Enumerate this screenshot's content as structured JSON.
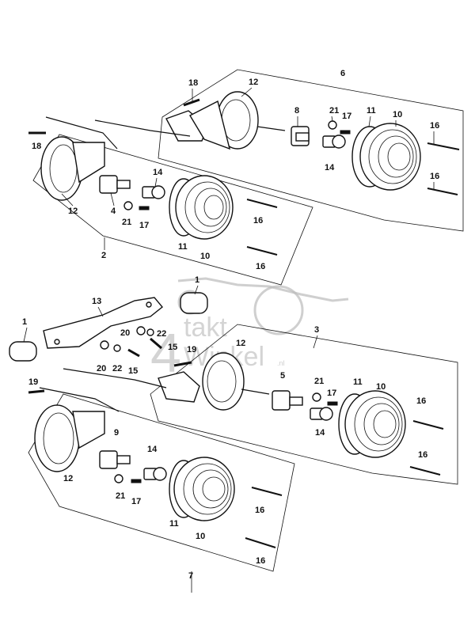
{
  "watermark": {
    "line1": "takt",
    "line2": "Winkel",
    "suffix": ".nl",
    "digit": "4"
  },
  "callouts": [
    {
      "id": "c18a",
      "text": "18"
    },
    {
      "id": "c12a",
      "text": "12"
    },
    {
      "id": "c6",
      "text": "6"
    },
    {
      "id": "c8",
      "text": "8"
    },
    {
      "id": "c21a",
      "text": "21"
    },
    {
      "id": "c17a",
      "text": "17"
    },
    {
      "id": "c11a",
      "text": "11"
    },
    {
      "id": "c10a",
      "text": "10"
    },
    {
      "id": "c16a",
      "text": "16"
    },
    {
      "id": "c16b",
      "text": "16"
    },
    {
      "id": "c14a",
      "text": "14"
    },
    {
      "id": "c18b",
      "text": "18"
    },
    {
      "id": "c14b",
      "text": "14"
    },
    {
      "id": "c4",
      "text": "4"
    },
    {
      "id": "c12b",
      "text": "12"
    },
    {
      "id": "c21b",
      "text": "21"
    },
    {
      "id": "c17b",
      "text": "17"
    },
    {
      "id": "c16c",
      "text": "16"
    },
    {
      "id": "c11b",
      "text": "11"
    },
    {
      "id": "c10b",
      "text": "10"
    },
    {
      "id": "c16d",
      "text": "16"
    },
    {
      "id": "c2",
      "text": "2"
    },
    {
      "id": "c1a",
      "text": "1"
    },
    {
      "id": "c13",
      "text": "13"
    },
    {
      "id": "c1b",
      "text": "1"
    },
    {
      "id": "c20a",
      "text": "20"
    },
    {
      "id": "c22a",
      "text": "22"
    },
    {
      "id": "c15a",
      "text": "15"
    },
    {
      "id": "c20b",
      "text": "20"
    },
    {
      "id": "c22b",
      "text": "22"
    },
    {
      "id": "c15b",
      "text": "15"
    },
    {
      "id": "c19a",
      "text": "19"
    },
    {
      "id": "c12c",
      "text": "12"
    },
    {
      "id": "c3",
      "text": "3"
    },
    {
      "id": "c5",
      "text": "5"
    },
    {
      "id": "c21c",
      "text": "21"
    },
    {
      "id": "c17c",
      "text": "17"
    },
    {
      "id": "c11c",
      "text": "11"
    },
    {
      "id": "c10c",
      "text": "10"
    },
    {
      "id": "c16e",
      "text": "16"
    },
    {
      "id": "c14c",
      "text": "14"
    },
    {
      "id": "c16f",
      "text": "16"
    },
    {
      "id": "c19b",
      "text": "19"
    },
    {
      "id": "c9",
      "text": "9"
    },
    {
      "id": "c14d",
      "text": "14"
    },
    {
      "id": "c12d",
      "text": "12"
    },
    {
      "id": "c21d",
      "text": "21"
    },
    {
      "id": "c17d",
      "text": "17"
    },
    {
      "id": "c16g",
      "text": "16"
    },
    {
      "id": "c11d",
      "text": "11"
    },
    {
      "id": "c10d",
      "text": "10"
    },
    {
      "id": "c16h",
      "text": "16"
    },
    {
      "id": "c7",
      "text": "7"
    }
  ]
}
